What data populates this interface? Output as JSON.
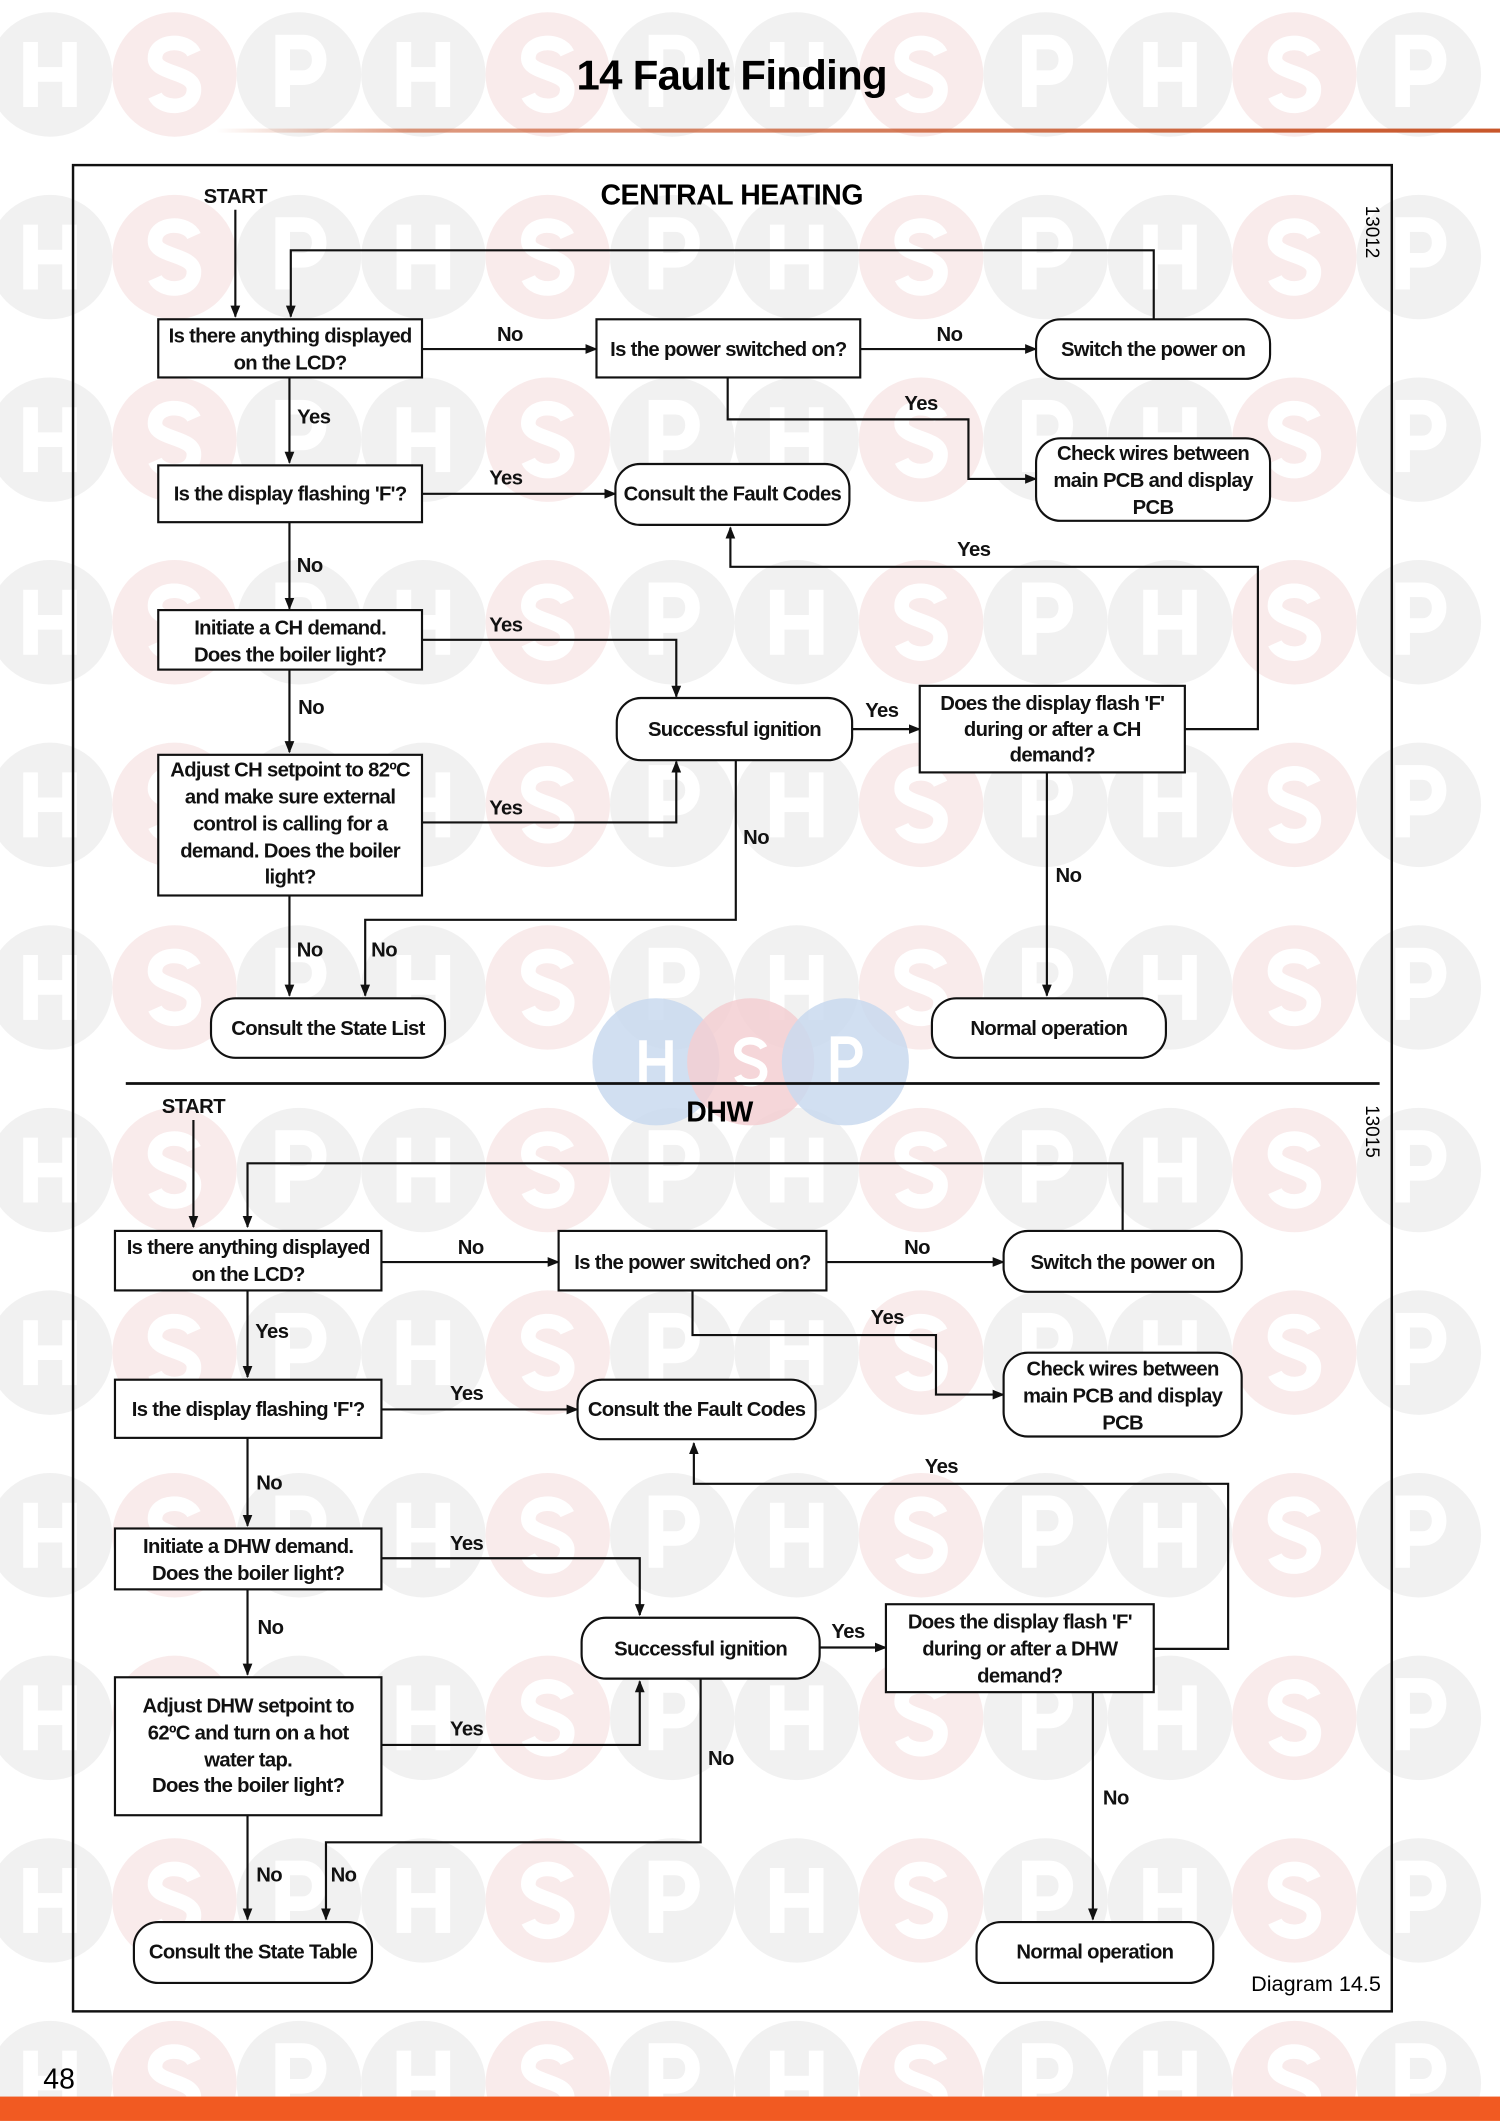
{
  "page": {
    "title": "14  Fault Finding",
    "page_number": "48",
    "diagram_label": "Diagram 14.5",
    "watermark": "HSP"
  },
  "colors": {
    "accent_orange": "#f15a22",
    "rule_orange": "#c8562a",
    "watermark_grey": "#eeeeee",
    "watermark_pink": "#f8e6e6",
    "center_blue": "#c9d9ee",
    "center_pink": "#f3cfd2"
  },
  "central_heating": {
    "title": "CENTRAL HEATING",
    "ref": "13012",
    "start": "START",
    "nodes": {
      "q1": {
        "lines": [
          "Is there anything displayed",
          "on the LCD?"
        ]
      },
      "power": {
        "lines": [
          "Is the power switched on?"
        ]
      },
      "switch": {
        "lines": [
          "Switch the power on"
        ]
      },
      "check": {
        "lines": [
          "Check wires between",
          "main PCB and display",
          "PCB"
        ]
      },
      "q2": {
        "lines": [
          "Is the display flashing 'F'?"
        ]
      },
      "fault": {
        "lines": [
          "Consult the Fault Codes"
        ]
      },
      "q3": {
        "lines": [
          "Initiate a CH demand.",
          "Does the boiler light?"
        ]
      },
      "q4": {
        "lines": [
          "Adjust CH setpoint to 82ºC",
          "and make sure external",
          "control is calling for a",
          "demand. Does the boiler",
          "light?"
        ]
      },
      "ignition": {
        "lines": [
          "Successful ignition"
        ]
      },
      "flash": {
        "lines": [
          "Does the display flash 'F'",
          "during or after a CH",
          "demand?"
        ]
      },
      "normal": {
        "lines": [
          "Normal operation"
        ]
      },
      "state": {
        "lines": [
          "Consult the State List"
        ]
      }
    },
    "edges": [
      {
        "label": ""
      },
      {
        "label": ""
      },
      {
        "label": "No"
      },
      {
        "label": "No"
      },
      {
        "label": "Yes"
      },
      {
        "label": "Yes"
      },
      {
        "label": "Yes"
      },
      {
        "label": "No"
      },
      {
        "label": "Yes"
      },
      {
        "label": "No"
      },
      {
        "label": "Yes"
      },
      {
        "label": "Yes"
      },
      {
        "label": "Yes"
      },
      {
        "label": "No"
      },
      {
        "label": "No"
      },
      {
        "label": "No"
      },
      {
        "label": "No"
      }
    ]
  },
  "dhw": {
    "title": "DHW",
    "ref": "13015",
    "start": "START",
    "nodes": {
      "q1": {
        "lines": [
          "Is there anything displayed",
          "on the LCD?"
        ]
      },
      "power": {
        "lines": [
          "Is the power switched on?"
        ]
      },
      "switch": {
        "lines": [
          "Switch the power on"
        ]
      },
      "check": {
        "lines": [
          "Check wires between",
          "main PCB and display",
          "PCB"
        ]
      },
      "q2": {
        "lines": [
          "Is the display flashing 'F'?"
        ]
      },
      "fault": {
        "lines": [
          "Consult the Fault Codes"
        ]
      },
      "q3": {
        "lines": [
          "Initiate a DHW demand.",
          "Does the boiler light?"
        ]
      },
      "q4": {
        "lines": [
          "Adjust DHW setpoint to",
          "62ºC and turn on a hot",
          "water tap.",
          "Does the boiler light?"
        ]
      },
      "ignition": {
        "lines": [
          "Successful ignition"
        ]
      },
      "flash": {
        "lines": [
          "Does the display flash 'F'",
          "during or after a DHW",
          "demand?"
        ]
      },
      "normal": {
        "lines": [
          "Normal operation"
        ]
      },
      "state": {
        "lines": [
          "Consult the State Table"
        ]
      }
    },
    "edges": [
      {
        "label": ""
      },
      {
        "label": ""
      },
      {
        "label": "No"
      },
      {
        "label": "No"
      },
      {
        "label": "Yes"
      },
      {
        "label": "Yes"
      },
      {
        "label": "Yes"
      },
      {
        "label": "No"
      },
      {
        "label": "Yes"
      },
      {
        "label": "No"
      },
      {
        "label": "Yes"
      },
      {
        "label": "Yes"
      },
      {
        "label": "Yes"
      },
      {
        "label": "No"
      },
      {
        "label": "No"
      },
      {
        "label": "No"
      },
      {
        "label": "No"
      }
    ]
  }
}
